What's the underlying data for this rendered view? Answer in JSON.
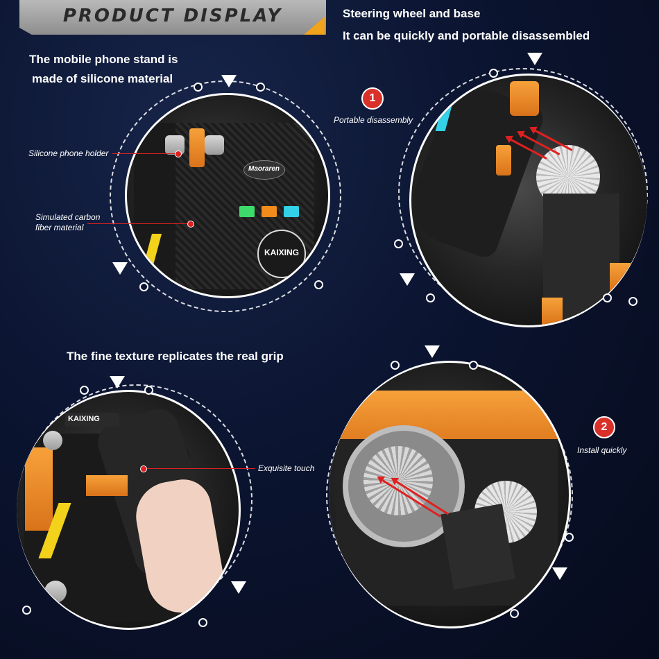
{
  "header": {
    "title": "PRODUCT DISPLAY"
  },
  "panel1": {
    "heading_line1": "The mobile phone stand is",
    "heading_line2": "made of silicone material",
    "label_holder": "Silicone phone holder",
    "label_carbon_line1": "Simulated carbon",
    "label_carbon_line2": "fiber material",
    "logo_brand": "Maoraren",
    "logo_kaixing": "KAIXING"
  },
  "panel2": {
    "heading_line1": "Steering wheel and base",
    "heading_line2": "It can be quickly and portable disassembled",
    "badge": "1",
    "label": "Portable disassembly"
  },
  "panel3": {
    "heading": "The fine texture replicates the real grip",
    "label": "Exquisite touch",
    "logo_kaixing": "KAIXING"
  },
  "panel4": {
    "badge": "2",
    "label": "Install quickly"
  },
  "colors": {
    "accent_orange": "#f2a31c",
    "leader_red": "#e02020",
    "badge_red": "#d9302a"
  }
}
